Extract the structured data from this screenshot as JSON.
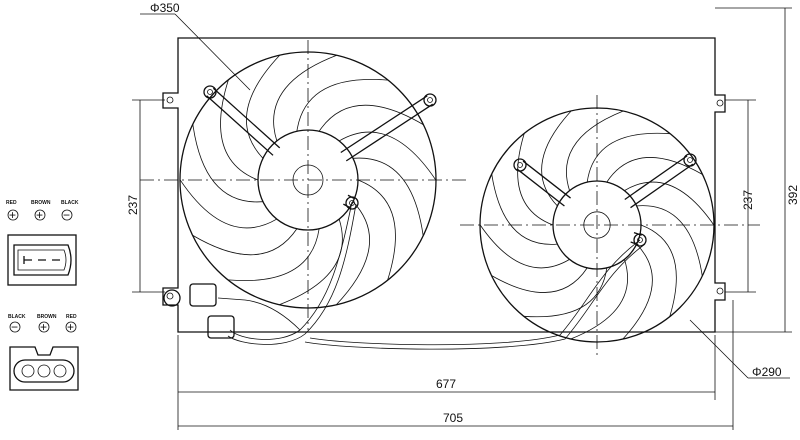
{
  "dimensions": {
    "left_fan_diameter": "Φ350",
    "right_fan_diameter": "Φ290",
    "left_height": "237",
    "right_height": "237",
    "overall_height": "392",
    "inner_width": "677",
    "overall_width": "705"
  },
  "connectors": {
    "top": {
      "labels": [
        "RED",
        "BROWN",
        "BLACK"
      ],
      "symbols": [
        "+",
        "+",
        "−"
      ]
    },
    "bottom": {
      "labels": [
        "BLACK",
        "BROWN",
        "RED"
      ],
      "symbols": [
        "−",
        "+",
        "+"
      ]
    }
  }
}
